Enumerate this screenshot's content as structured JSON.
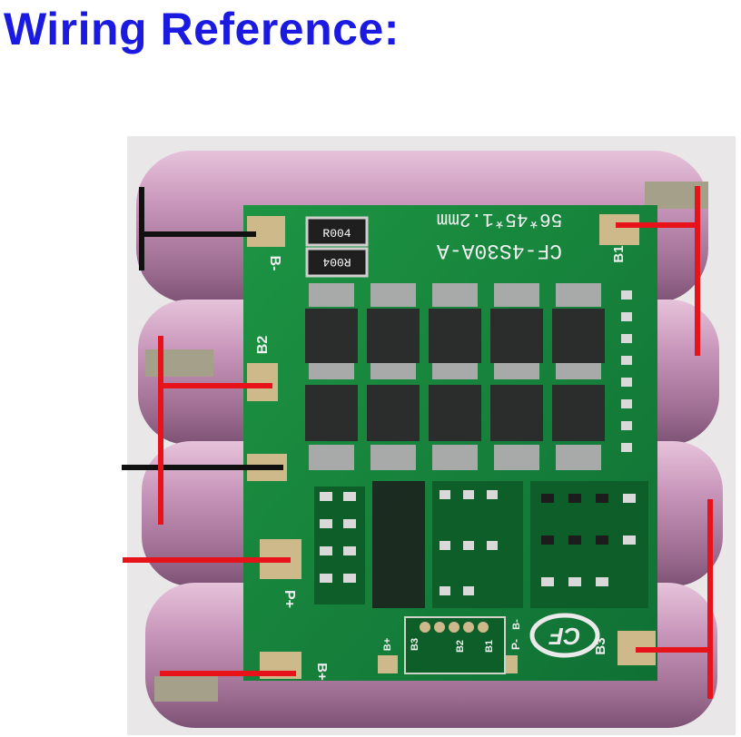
{
  "title": "Wiring Reference:",
  "colors": {
    "title": "#1a1ae0",
    "pcb_green": "#16803a",
    "pcb_dark": "#0e5e29",
    "cell_pink": "#c996bb",
    "wire_red": "#e8121a",
    "wire_black": "#111111",
    "pad": "#cdb98a",
    "mosfet": "#2a2d2b"
  },
  "board": {
    "part_number": "CF-4S30A-A",
    "size": "56*45*1.2mm",
    "resistor_1": "R004",
    "resistor_2": "R004",
    "labels": {
      "b_minus": "B-",
      "b1": "B1",
      "b2": "B2",
      "b3": "B3",
      "p_plus": "P+",
      "b_plus": "B+",
      "p_minus": "P-",
      "conn_b_plus": "B+",
      "conn_b3": "B3",
      "conn_b2": "B2",
      "conn_b1": "B1",
      "conn_b_minus": "B-",
      "logo": "CF"
    }
  }
}
